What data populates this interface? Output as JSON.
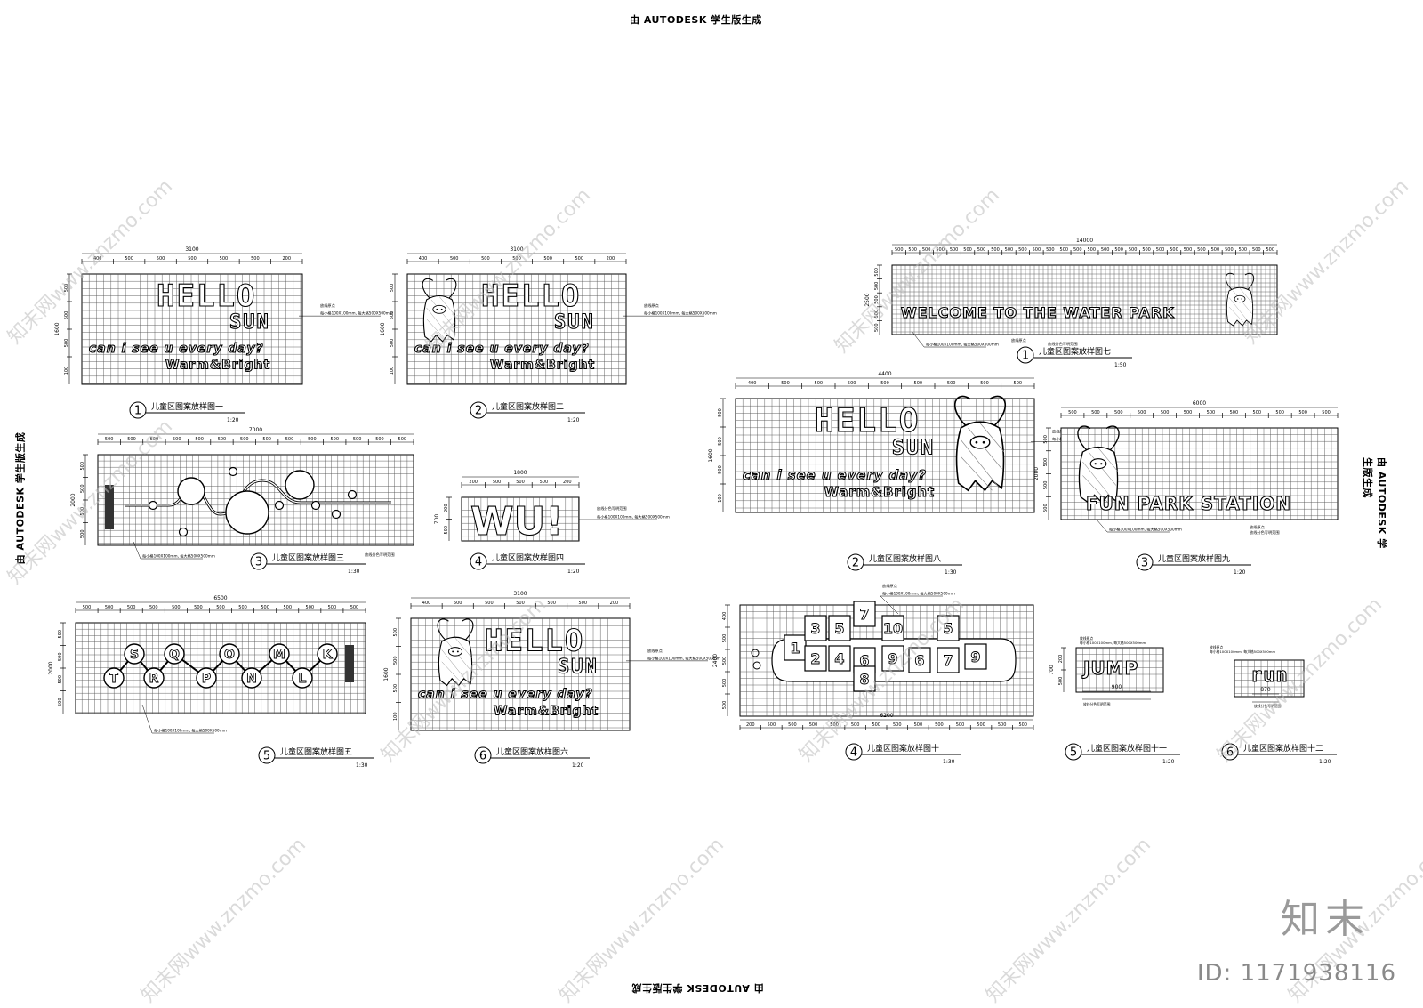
{
  "header": {
    "top": "由 AUTODESK 学生版生成",
    "bottom": "由 AUTODESK 学生版生成",
    "left": "由 AUTODESK 学生版生成",
    "right": "由 AUTODESK 学生版生成"
  },
  "watermark": {
    "text": "知末网www.znzmo.com",
    "brand": "知末",
    "id_label": "ID: 1171938116"
  },
  "drawings": [
    {
      "number": "1",
      "title": "儿童区图案放样图一",
      "scale": "1:20",
      "top_total": "3100",
      "top_dims": [
        "400",
        "500",
        "500",
        "500",
        "500",
        "500",
        "200"
      ],
      "left_total": "1600",
      "left_dims": [
        "500",
        "500",
        "500",
        "100"
      ],
      "lines": [
        "HELLO",
        "SUN",
        "can i see u every day?",
        "Warm&Bright"
      ],
      "note": "每小格100X100mm, 每大格500X500mm",
      "note2": "放线原点"
    },
    {
      "number": "2",
      "title": "儿童区图案放样图二",
      "scale": "1:20",
      "top_total": "3100",
      "top_dims": [
        "400",
        "500",
        "500",
        "500",
        "500",
        "500",
        "200"
      ],
      "left_total": "1600",
      "left_dims": [
        "500",
        "500",
        "500",
        "100"
      ],
      "lines": [
        "HELLO",
        "SUN",
        "can i see u every day?",
        "Warm&Bright"
      ],
      "note": "每小格100X100mm, 每大格500X500mm",
      "note2": "放线原点"
    },
    {
      "number": "3",
      "title": "儿童区图案放样图三",
      "scale": "1:30",
      "top_total": "7000",
      "top_dims": [
        "500",
        "500",
        "500",
        "500",
        "500",
        "500",
        "500",
        "500",
        "500",
        "500",
        "500",
        "500",
        "500",
        "500"
      ],
      "left_total": "2000",
      "left_dims": [
        "500",
        "500",
        "500",
        "500"
      ],
      "note": "每小格100X100mm, 每大格500X500mm",
      "note2": "放线原点",
      "note3": "放线分色写明范围"
    },
    {
      "number": "4",
      "title": "儿童区图案放样图四",
      "scale": "1:20",
      "top_total": "1800",
      "top_dims": [
        "200",
        "500",
        "500",
        "500",
        "200"
      ],
      "left_total": "700",
      "left_dims": [
        "200",
        "500"
      ],
      "lines": [
        "WU!"
      ],
      "note": "每小格100X100mm, 每大格500X500mm",
      "note2": "放线分色写明范围"
    },
    {
      "number": "5",
      "title": "儿童区图案放样图五",
      "scale": "1:30",
      "top_total": "6500",
      "top_dims": [
        "500",
        "500",
        "500",
        "500",
        "500",
        "500",
        "500",
        "500",
        "500",
        "500",
        "500",
        "500",
        "500"
      ],
      "left_total": "2000",
      "left_dims": [
        "500",
        "500",
        "500",
        "500"
      ],
      "letters": [
        "T",
        "S",
        "R",
        "Q",
        "P",
        "O",
        "N",
        "M",
        "L",
        "K"
      ],
      "note": "每小格100X100mm, 每大格500X500mm"
    },
    {
      "number": "6",
      "title": "儿童区图案放样图六",
      "scale": "1:20",
      "top_total": "3100",
      "top_dims": [
        "400",
        "500",
        "500",
        "500",
        "500",
        "500",
        "200"
      ],
      "left_total": "1600",
      "left_dims": [
        "500",
        "500",
        "500",
        "100"
      ],
      "lines": [
        "HELLO",
        "SUN",
        "can i see u every day?",
        "Warm&Bright"
      ],
      "note": "每小格100X100mm, 每大格500X500mm",
      "note2": "放线原点"
    },
    {
      "number": "1",
      "title": "儿童区图案放样图七",
      "scale": "1:50",
      "top_total": "14000",
      "top_dims": [
        "500",
        "500",
        "500",
        "500",
        "500",
        "500",
        "500",
        "500",
        "500",
        "500",
        "500",
        "500",
        "500",
        "500",
        "500",
        "500",
        "500",
        "500",
        "500",
        "500",
        "500",
        "500",
        "500",
        "500",
        "500",
        "500",
        "500",
        "500"
      ],
      "left_total": "2500",
      "left_dims": [
        "500",
        "500",
        "500",
        "500",
        "500"
      ],
      "lines": [
        "WELCOME TO THE WATER PARK"
      ],
      "note": "每小格100X100mm, 每大格500X500mm",
      "note2": "放线原点",
      "note3": "放线分色写明范围"
    },
    {
      "number": "2",
      "title": "儿童区图案放样图八",
      "scale": "1:30",
      "top_total": "4400",
      "top_dims": [
        "400",
        "500",
        "500",
        "500",
        "500",
        "500",
        "500",
        "500",
        "500"
      ],
      "left_total": "1600",
      "left_dims": [
        "500",
        "500",
        "500",
        "100"
      ],
      "lines": [
        "HELLO",
        "SUN",
        "can i see u every day?",
        "Warm&Bright"
      ],
      "note": "每小格100X100mm, 每大格500X500mm",
      "note2": "放线原点"
    },
    {
      "number": "3",
      "title": "儿童区图案放样图九",
      "scale": "1:20",
      "top_total": "6000",
      "top_dims": [
        "500",
        "500",
        "500",
        "500",
        "500",
        "500",
        "500",
        "500",
        "500",
        "500",
        "500",
        "500"
      ],
      "left_total": "2000",
      "left_dims": [
        "500",
        "500",
        "500",
        "500"
      ],
      "lines": [
        "FUN PARK STATION"
      ],
      "note": "每小格100X100mm, 每大格500X500mm",
      "note2": "放线原点",
      "note3": "放线分色写明范围"
    },
    {
      "number": "4",
      "title": "儿童区图案放样图十",
      "scale": "1:30",
      "top_total": "",
      "top_dims": [],
      "bottom_total": "6200",
      "bottom_dims": [
        "200",
        "500",
        "500",
        "500",
        "500",
        "500",
        "500",
        "500",
        "500",
        "500",
        "500",
        "500",
        "500",
        "500"
      ],
      "left_total": "2400",
      "left_dims": [
        "400",
        "500",
        "500",
        "500",
        "500"
      ],
      "hop_numbers": [
        "1",
        "2",
        "3",
        "4",
        "5",
        "6",
        "7",
        "8",
        "9",
        "10",
        "6",
        "7",
        "5",
        "9"
      ],
      "note": "每小格100X100mm, 每大格500X500mm",
      "note2": "放线原点"
    },
    {
      "number": "5",
      "title": "儿童区图案放样图十一",
      "scale": "1:20",
      "bottom_total": "900",
      "bottom_dims": [],
      "left_total": "700",
      "left_dims": [
        "200",
        "500"
      ],
      "lines": [
        "JUMP"
      ],
      "note": "每小格100X100mm, 每大格500X500mm",
      "note2": "放线原点",
      "note3": "放线分色写明范围"
    },
    {
      "number": "6",
      "title": "儿童区图案放样图十二",
      "scale": "1:20",
      "bottom_total": "870",
      "bottom_dims": [],
      "left_total": "",
      "left_dims": [],
      "lines": [
        "run"
      ],
      "note": "每小格100X100mm, 每大格500X500mm",
      "note2": "放线原点",
      "note3": "放线分色写明范围"
    }
  ]
}
